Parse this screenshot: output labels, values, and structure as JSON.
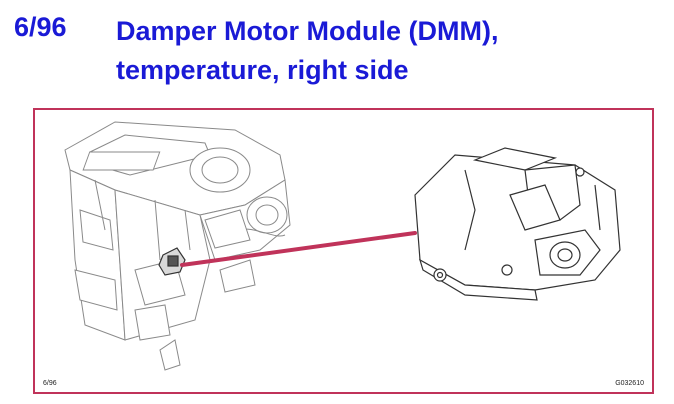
{
  "header": {
    "page_number": "6/96",
    "title_line1": "Damper Motor Module (DMM),",
    "title_line2": "temperature, right side"
  },
  "figure": {
    "ref_left": "6/96",
    "ref_right": "G032610",
    "leader_color": "#c0335a",
    "frame_color": "#c0335a",
    "title_color": "#1a1ad6"
  }
}
